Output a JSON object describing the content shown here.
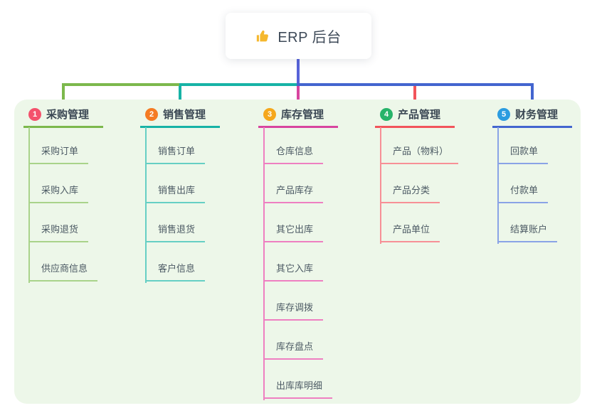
{
  "root": {
    "label": "ERP 后台",
    "icon": "thumbs-up-icon",
    "icon_color": "#f5b82e",
    "connector_color": "#5763d9"
  },
  "panel": {
    "background": "#edf7e9"
  },
  "branches": [
    {
      "index": "1",
      "label": "采购管理",
      "badge_color": "#f4516c",
      "line_color": "#7cb84c",
      "sub_line_color": "#a9d38a",
      "children": [
        "采购订单",
        "采购入库",
        "采购退货",
        "供应商信息"
      ]
    },
    {
      "index": "2",
      "label": "销售管理",
      "badge_color": "#f57b23",
      "line_color": "#17b3a6",
      "sub_line_color": "#66cfc4",
      "children": [
        "销售订单",
        "销售出库",
        "销售退货",
        "客户信息"
      ]
    },
    {
      "index": "3",
      "label": "库存管理",
      "badge_color": "#f5a71c",
      "line_color": "#d8459f",
      "sub_line_color": "#ee7fc1",
      "children": [
        "仓库信息",
        "产品库存",
        "其它出库",
        "其它入库",
        "库存调拨",
        "库存盘点",
        "出库库明细"
      ]
    },
    {
      "index": "4",
      "label": "产品管理",
      "badge_color": "#27b46a",
      "line_color": "#f2545b",
      "sub_line_color": "#f79096",
      "children": [
        "产品（物料）",
        "产品分类",
        "产品单位"
      ]
    },
    {
      "index": "5",
      "label": "财务管理",
      "badge_color": "#2b9ce0",
      "line_color": "#4365cf",
      "sub_line_color": "#8aa3e6",
      "children": [
        "回款单",
        "付款单",
        "结算账户"
      ]
    }
  ]
}
